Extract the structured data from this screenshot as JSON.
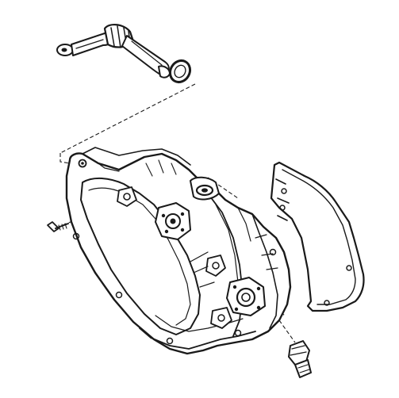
{
  "diagram": {
    "colors": {
      "ink": "#1a1a1a",
      "background": "#ffffff"
    },
    "parts": [
      {
        "name": "shift-lever-arm",
        "icon": "lever-icon"
      },
      {
        "name": "o-ring-seal",
        "icon": "ring-icon"
      },
      {
        "name": "crankcase-half",
        "icon": "housing-icon"
      },
      {
        "name": "gasket-plate",
        "icon": "gasket-icon"
      },
      {
        "name": "mounting-screw",
        "icon": "screw-icon"
      },
      {
        "name": "drain-plug",
        "icon": "plug-icon"
      }
    ]
  }
}
